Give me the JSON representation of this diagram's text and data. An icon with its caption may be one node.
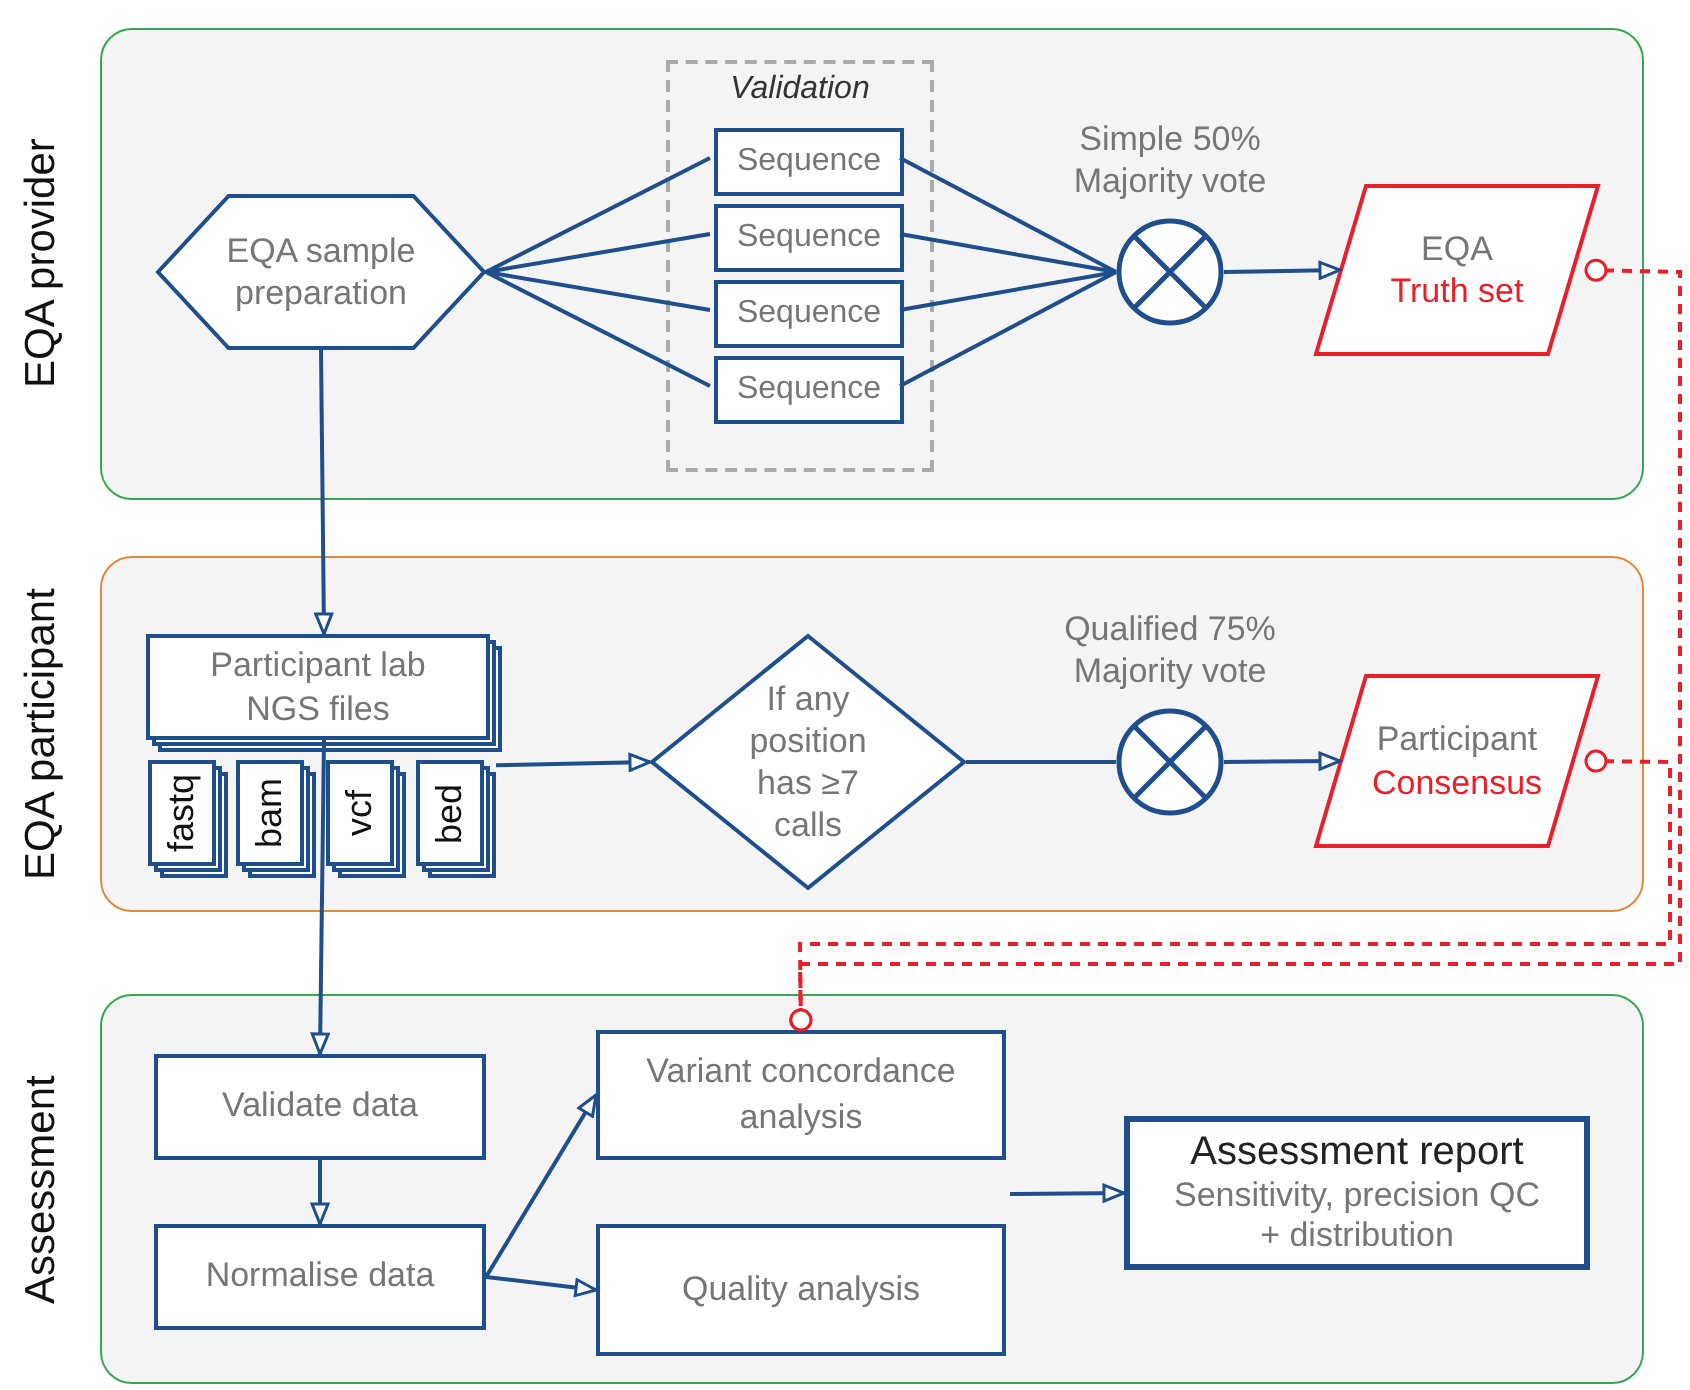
{
  "diagram": {
    "nodes": [
      {
        "text": [
          "EQA provider"
        ]
      },
      {
        "text": [
          "Validation"
        ],
        "in": 0
      },
      {
        "text": [
          "EQA sample preparation"
        ],
        "in": 0
      },
      {
        "text": [
          "Sequence"
        ],
        "in": 1
      },
      {
        "text": [
          "Sequence"
        ],
        "in": 1
      },
      {
        "text": [
          "Sequence"
        ],
        "in": 1
      },
      {
        "text": [
          "Sequence"
        ],
        "in": 1
      },
      {
        "text": [],
        "shape": "circle",
        "in": 0,
        "beside": [
          "Simple 50% Majority vote"
        ]
      },
      {
        "text": [
          "EQA",
          "Truth set"
        ],
        "in": 0
      },
      {
        "text": [
          "EQA participant"
        ]
      },
      {
        "text": [
          "Participant lab NGS files"
        ],
        "in": 9
      },
      {
        "text": [
          "fastq"
        ],
        "in": 9
      },
      {
        "text": [
          "bam"
        ],
        "in": 9
      },
      {
        "text": [
          "vcf"
        ],
        "in": 9
      },
      {
        "text": [
          "bed"
        ],
        "in": 9
      },
      {
        "text": [
          "If any position has ≥7 calls"
        ],
        "in": 9
      },
      {
        "text": [],
        "shape": "circle",
        "in": 9,
        "beside": [
          "Qualified 75% Majority vote"
        ]
      },
      {
        "text": [
          "Participant",
          "Consensus"
        ],
        "in": 9
      },
      {
        "text": [
          "Assessment"
        ]
      },
      {
        "text": [
          "Validate data"
        ],
        "in": 18
      },
      {
        "text": [
          "Normalise data"
        ],
        "in": 18
      },
      {
        "text": [
          "Variant concordance analysis"
        ],
        "in": 18
      },
      {
        "text": [
          "Quality analysis"
        ],
        "in": 18
      },
      {
        "text": [
          "Assessment report",
          "Sensitivity, precision QC + distribution"
        ],
        "in": 18
      }
    ],
    "edges": [
      {
        "from": 2,
        "to": 3,
        "arrow": "none"
      },
      {
        "from": 2,
        "to": 4,
        "arrow": "none"
      },
      {
        "from": 2,
        "to": 5,
        "arrow": "none"
      },
      {
        "from": 2,
        "to": 6,
        "arrow": "none"
      },
      {
        "from": 3,
        "to": 7,
        "arrow": "none"
      },
      {
        "from": 4,
        "to": 7,
        "arrow": "none"
      },
      {
        "from": 5,
        "to": 7,
        "arrow": "none"
      },
      {
        "from": 6,
        "to": 7,
        "arrow": "none"
      },
      {
        "from": 7,
        "to": 8,
        "arrow": "to"
      },
      {
        "from": 2,
        "to": 10,
        "arrow": "to"
      },
      {
        "from": 14,
        "to": 15,
        "arrow": "to"
      },
      {
        "from": 15,
        "to": 16,
        "arrow": "none"
      },
      {
        "from": 16,
        "to": 17,
        "arrow": "to"
      },
      {
        "from": 10,
        "to": 19,
        "arrow": "to"
      },
      {
        "from": 19,
        "to": 20,
        "arrow": "to"
      },
      {
        "from": 20,
        "to": 21,
        "arrow": "to"
      },
      {
        "from": 20,
        "to": 22,
        "arrow": "to"
      },
      {
        "from": null,
        "to": 23,
        "arrow": "to"
      },
      {
        "from": 8,
        "to": 21,
        "arrow": "other",
        "style": "dashed",
        "color": "#e8202a"
      },
      {
        "from": 17,
        "to": 21,
        "arrow": "other",
        "style": "dashed",
        "color": "#e8202a"
      }
    ]
  }
}
